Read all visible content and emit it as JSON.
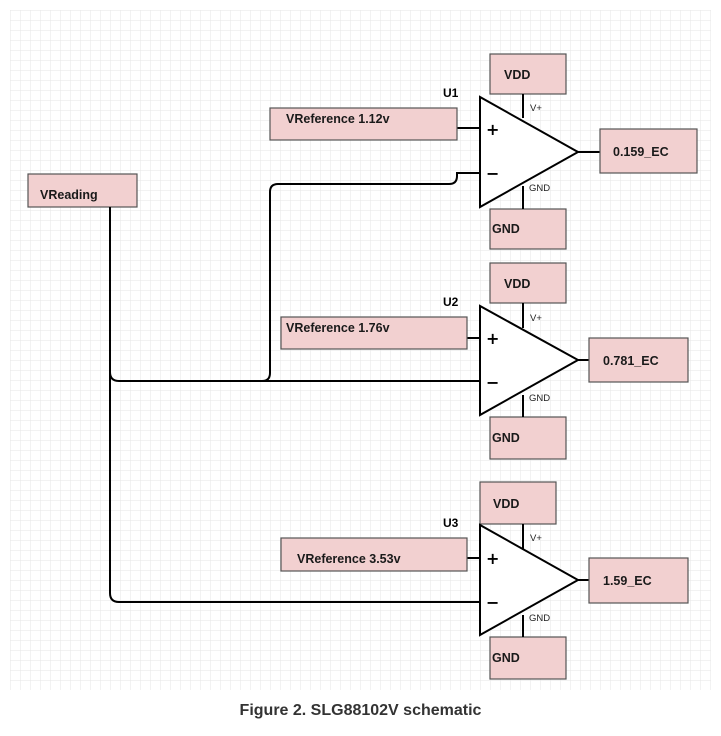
{
  "units": [
    {
      "name": "U1",
      "vdd": "VDD",
      "gnd": "GND",
      "vplus": "V+",
      "gnd_pin": "GND",
      "plus": "+",
      "minus": "−",
      "reference": "VReference 1.12v",
      "output": "0.159_EC"
    },
    {
      "name": "U2",
      "vdd": "VDD",
      "gnd": "GND",
      "vplus": "V+",
      "gnd_pin": "GND",
      "plus": "+",
      "minus": "−",
      "reference": "VReference 1.76v",
      "output": "0.781_EC"
    },
    {
      "name": "U3",
      "vdd": "VDD",
      "gnd": "GND",
      "vplus": "V+",
      "gnd_pin": "GND",
      "plus": "+",
      "minus": "−",
      "reference": "VReference 3.53v",
      "output": "1.59_EC"
    }
  ],
  "input": "VReading",
  "caption": "Figure 2. SLG88102V schematic",
  "colors": {
    "box_fill": "#f2d0d0",
    "box_stroke": "#555555",
    "grid": "#e6e6e6",
    "wire": "#000000"
  }
}
